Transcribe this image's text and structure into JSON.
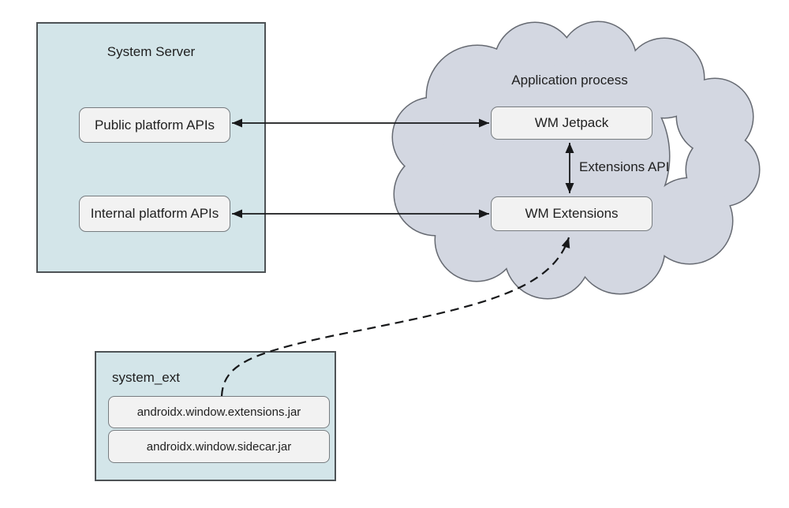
{
  "system_server": {
    "title": "System Server",
    "boxes": [
      "Public platform APIs",
      "Internal platform APIs"
    ]
  },
  "application_process": {
    "title": "Application process",
    "boxes": [
      "WM Jetpack",
      "WM Extensions"
    ],
    "arrow_label": "Extensions API"
  },
  "system_ext": {
    "title": "system_ext",
    "boxes": [
      "androidx.window.extensions.jar",
      "androidx.window.sidecar.jar"
    ]
  },
  "colors": {
    "container_fill": "#d3e5e9",
    "container_border": "#4e5356",
    "cloud_fill": "#d3d7e1",
    "cloud_border": "#666a72",
    "node_fill": "#f2f2f2",
    "node_border": "#777c80",
    "arrow": "#17181a",
    "text": "#1f1f1f"
  }
}
